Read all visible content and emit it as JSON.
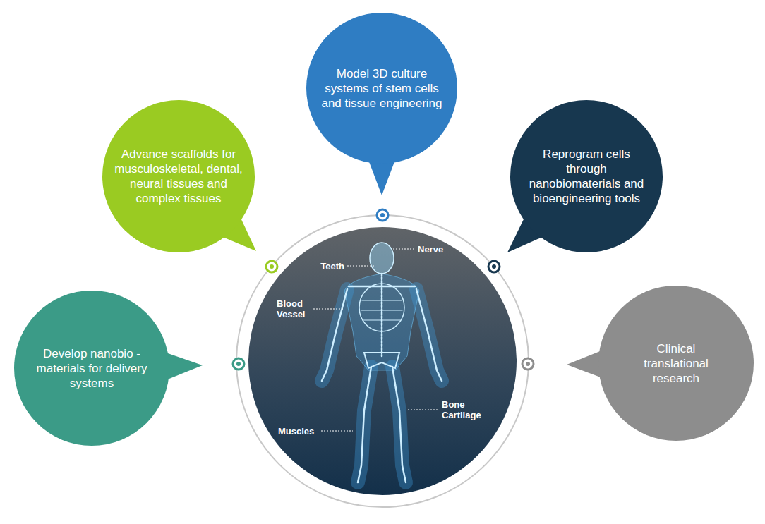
{
  "diagram": {
    "nodes": [
      {
        "text": [
          "Model 3D culture systems of stem cells and tissue engineering"
        ]
      },
      {
        "text": [
          "Advance scaffolds for musculoskeletal, dental, neural tissues and complex tissues"
        ]
      },
      {
        "text": [
          "Reprogram cells through nanobiomaterials and bioengineering tools"
        ]
      },
      {
        "text": [
          "Develop nanobio -materials for delivery systems"
        ]
      },
      {
        "text": [
          "Clinical translational research"
        ]
      }
    ],
    "labels": [
      "Nerve",
      "Teeth",
      "Blood Vessel",
      "Bone Cartilage",
      "Muscles"
    ]
  }
}
